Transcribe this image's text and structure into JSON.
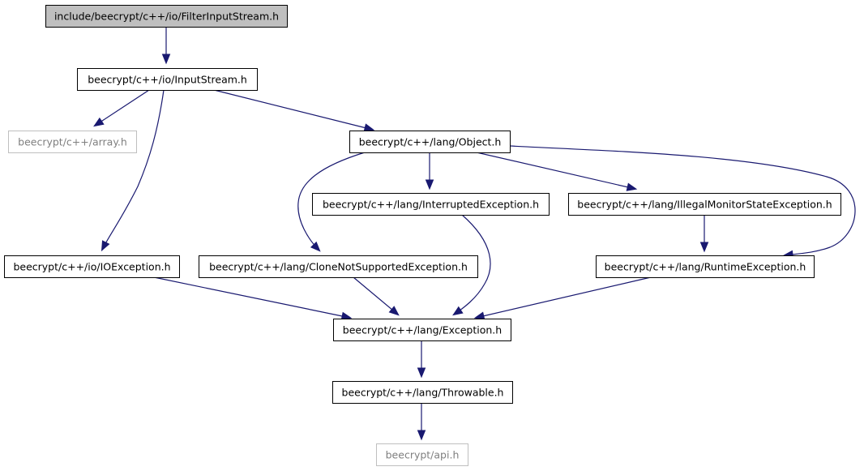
{
  "graph": {
    "nodes": [
      {
        "id": "filterinputstream",
        "label": "include/beecrypt/c++/io/FilterInputStream.h",
        "style": "root"
      },
      {
        "id": "inputstream",
        "label": "beecrypt/c++/io/InputStream.h",
        "style": "normal"
      },
      {
        "id": "array",
        "label": "beecrypt/c++/array.h",
        "style": "external"
      },
      {
        "id": "object",
        "label": "beecrypt/c++/lang/Object.h",
        "style": "normal"
      },
      {
        "id": "interrupted",
        "label": "beecrypt/c++/lang/InterruptedException.h",
        "style": "normal"
      },
      {
        "id": "illegalmonitor",
        "label": "beecrypt/c++/lang/IllegalMonitorStateException.h",
        "style": "normal"
      },
      {
        "id": "ioexception",
        "label": "beecrypt/c++/io/IOException.h",
        "style": "normal"
      },
      {
        "id": "clonenotsupported",
        "label": "beecrypt/c++/lang/CloneNotSupportedException.h",
        "style": "normal"
      },
      {
        "id": "runtime",
        "label": "beecrypt/c++/lang/RuntimeException.h",
        "style": "normal"
      },
      {
        "id": "exception",
        "label": "beecrypt/c++/lang/Exception.h",
        "style": "normal"
      },
      {
        "id": "throwable",
        "label": "beecrypt/c++/lang/Throwable.h",
        "style": "normal"
      },
      {
        "id": "api",
        "label": "beecrypt/api.h",
        "style": "external"
      }
    ],
    "edges": [
      {
        "from": "filterinputstream",
        "to": "inputstream"
      },
      {
        "from": "inputstream",
        "to": "array"
      },
      {
        "from": "inputstream",
        "to": "object"
      },
      {
        "from": "inputstream",
        "to": "ioexception"
      },
      {
        "from": "object",
        "to": "interrupted"
      },
      {
        "from": "object",
        "to": "illegalmonitor"
      },
      {
        "from": "object",
        "to": "clonenotsupported"
      },
      {
        "from": "object",
        "to": "runtime"
      },
      {
        "from": "illegalmonitor",
        "to": "runtime"
      },
      {
        "from": "ioexception",
        "to": "exception"
      },
      {
        "from": "clonenotsupported",
        "to": "exception"
      },
      {
        "from": "interrupted",
        "to": "exception"
      },
      {
        "from": "runtime",
        "to": "exception"
      },
      {
        "from": "exception",
        "to": "throwable"
      },
      {
        "from": "throwable",
        "to": "api"
      }
    ],
    "colors": {
      "edge": "#191970",
      "root_fill": "#bfbfbf",
      "external_border": "#bfbfbf",
      "external_text": "#7f7f7f"
    }
  }
}
